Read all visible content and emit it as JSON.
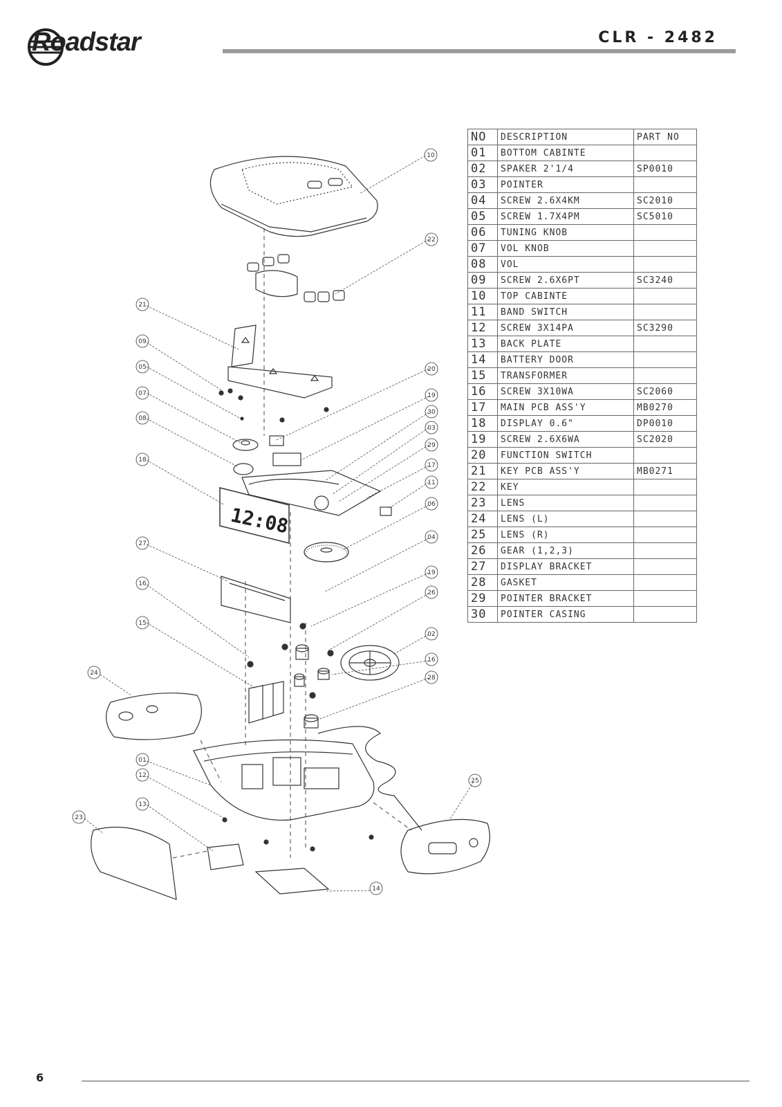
{
  "header": {
    "brand": "Roadstar",
    "model": "CLR - 2482"
  },
  "parts_table": {
    "headers": {
      "no": "NO",
      "description": "DESCRIPTION",
      "part_no": "PART NO"
    },
    "rows": [
      {
        "no": "01",
        "description": "BOTTOM CABINTE",
        "part_no": ""
      },
      {
        "no": "02",
        "description": "SPAKER 2'1/4",
        "part_no": "SP0010"
      },
      {
        "no": "03",
        "description": "POINTER",
        "part_no": ""
      },
      {
        "no": "04",
        "description": "SCREW 2.6X4KM",
        "part_no": "SC2010"
      },
      {
        "no": "05",
        "description": "SCREW 1.7X4PM",
        "part_no": "SC5010"
      },
      {
        "no": "06",
        "description": "TUNING KNOB",
        "part_no": ""
      },
      {
        "no": "07",
        "description": "VOL KNOB",
        "part_no": ""
      },
      {
        "no": "08",
        "description": "VOL",
        "part_no": ""
      },
      {
        "no": "09",
        "description": "SCREW 2.6X6PT",
        "part_no": "SC3240"
      },
      {
        "no": "10",
        "description": "TOP CABINTE",
        "part_no": ""
      },
      {
        "no": "11",
        "description": "BAND SWITCH",
        "part_no": ""
      },
      {
        "no": "12",
        "description": "SCREW 3X14PA",
        "part_no": "SC3290"
      },
      {
        "no": "13",
        "description": "BACK PLATE",
        "part_no": ""
      },
      {
        "no": "14",
        "description": "BATTERY DOOR",
        "part_no": ""
      },
      {
        "no": "15",
        "description": "TRANSFORMER",
        "part_no": ""
      },
      {
        "no": "16",
        "description": "SCREW 3X10WA",
        "part_no": "SC2060"
      },
      {
        "no": "17",
        "description": "MAIN PCB ASS'Y",
        "part_no": "MB0270"
      },
      {
        "no": "18",
        "description": "DISPLAY 0.6\"",
        "part_no": "DP0010"
      },
      {
        "no": "19",
        "description": "SCREW 2.6X6WA",
        "part_no": "SC2020"
      },
      {
        "no": "20",
        "description": "FUNCTION SWITCH",
        "part_no": ""
      },
      {
        "no": "21",
        "description": "KEY PCB ASS'Y",
        "part_no": "MB0271"
      },
      {
        "no": "22",
        "description": "KEY",
        "part_no": ""
      },
      {
        "no": "23",
        "description": "LENS",
        "part_no": ""
      },
      {
        "no": "24",
        "description": "LENS (L)",
        "part_no": ""
      },
      {
        "no": "25",
        "description": "LENS (R)",
        "part_no": ""
      },
      {
        "no": "26",
        "description": "GEAR (1,2,3)",
        "part_no": ""
      },
      {
        "no": "27",
        "description": "DISPLAY BRACKET",
        "part_no": ""
      },
      {
        "no": "28",
        "description": "GASKET",
        "part_no": ""
      },
      {
        "no": "29",
        "description": "POINTER BRACKET",
        "part_no": ""
      },
      {
        "no": "30",
        "description": "POINTER CASING",
        "part_no": ""
      }
    ]
  },
  "diagram": {
    "display_time": "12:08",
    "callouts": [
      "10",
      "22",
      "21",
      "09",
      "05",
      "07",
      "08",
      "18",
      "27",
      "16",
      "15",
      "24",
      "01",
      "12",
      "13",
      "23",
      "20",
      "19",
      "30",
      "03",
      "29",
      "17",
      "11",
      "06",
      "04",
      "19",
      "26",
      "02",
      "16",
      "28",
      "25",
      "14"
    ]
  },
  "footer": {
    "page_number": "6"
  }
}
